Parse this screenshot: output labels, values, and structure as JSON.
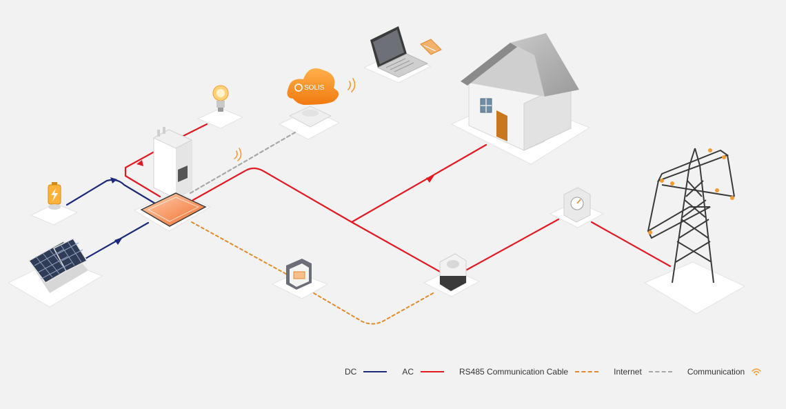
{
  "diagram": {
    "cloud_brand": "SOLIS",
    "colors": {
      "dc": "#1c2a7a",
      "ac": "#e11a22",
      "rs485": "#e08a2a",
      "internet": "#a7a7a7",
      "communication": "#f39a30",
      "background": "#f2f2f2"
    }
  },
  "legend": {
    "items": [
      {
        "label": "DC",
        "style": "solid",
        "color": "#1c2a7a"
      },
      {
        "label": "AC",
        "style": "solid",
        "color": "#e11a22"
      },
      {
        "label": "RS485 Communication Cable",
        "style": "dashed",
        "color": "#e08a2a"
      },
      {
        "label": "Internet",
        "style": "dashed",
        "color": "#a7a7a7"
      },
      {
        "label": "Communication",
        "style": "wifi-icon",
        "color": "#f39a30"
      }
    ]
  }
}
